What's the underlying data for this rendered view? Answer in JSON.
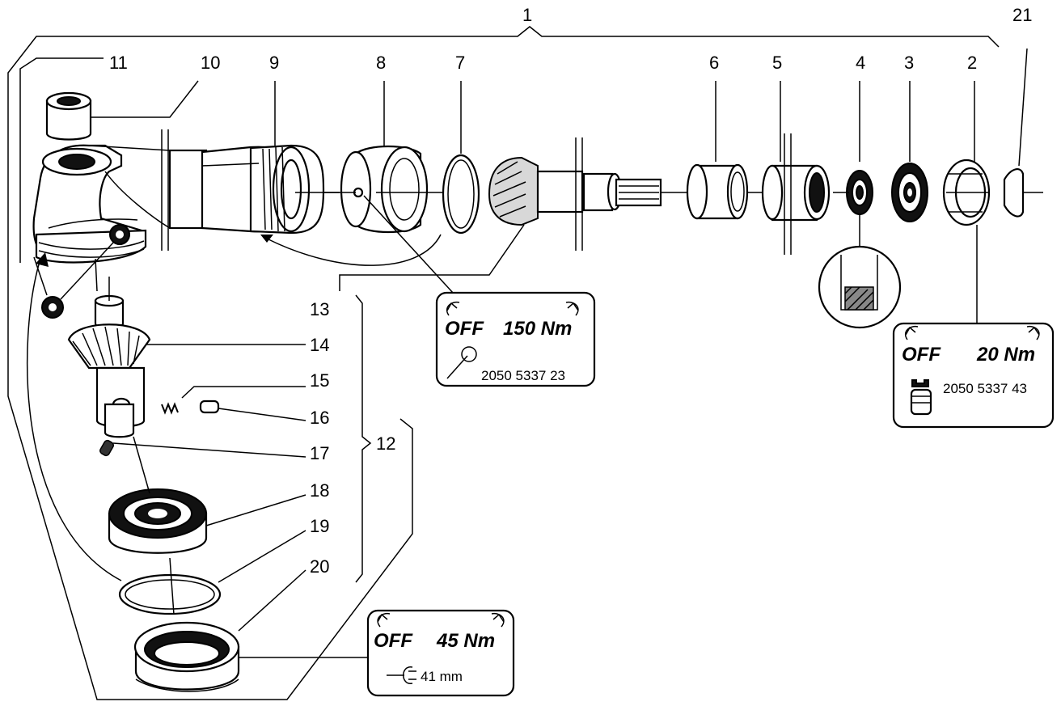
{
  "callouts": {
    "c1": "1",
    "c2": "2",
    "c3": "3",
    "c4": "4",
    "c5": "5",
    "c6": "6",
    "c7": "7",
    "c8": "8",
    "c9": "9",
    "c10": "10",
    "c11": "11",
    "c12": "12",
    "c13": "13",
    "c14": "14",
    "c15": "15",
    "c16": "16",
    "c17": "17",
    "c18": "18",
    "c19": "19",
    "c20": "20",
    "c21": "21"
  },
  "torque_boxes": {
    "housing_nut": {
      "direction": "OFF",
      "torque": "150 Nm",
      "tool_part_number": "2050 5337 23",
      "tool_icon": "pin-spanner-icon"
    },
    "bearing_nut": {
      "direction": "OFF",
      "torque": "20 Nm",
      "tool_part_number": "2050 5337 43",
      "tool_icon": "hand-spanner-icon"
    },
    "angle_head_nut": {
      "direction": "OFF",
      "torque": "45 Nm",
      "wrench_size": "41 mm",
      "tool_icon": "open-wrench-icon"
    }
  },
  "colors": {
    "line": "#000000",
    "background": "#ffffff",
    "shade": "#d8d8d8"
  }
}
